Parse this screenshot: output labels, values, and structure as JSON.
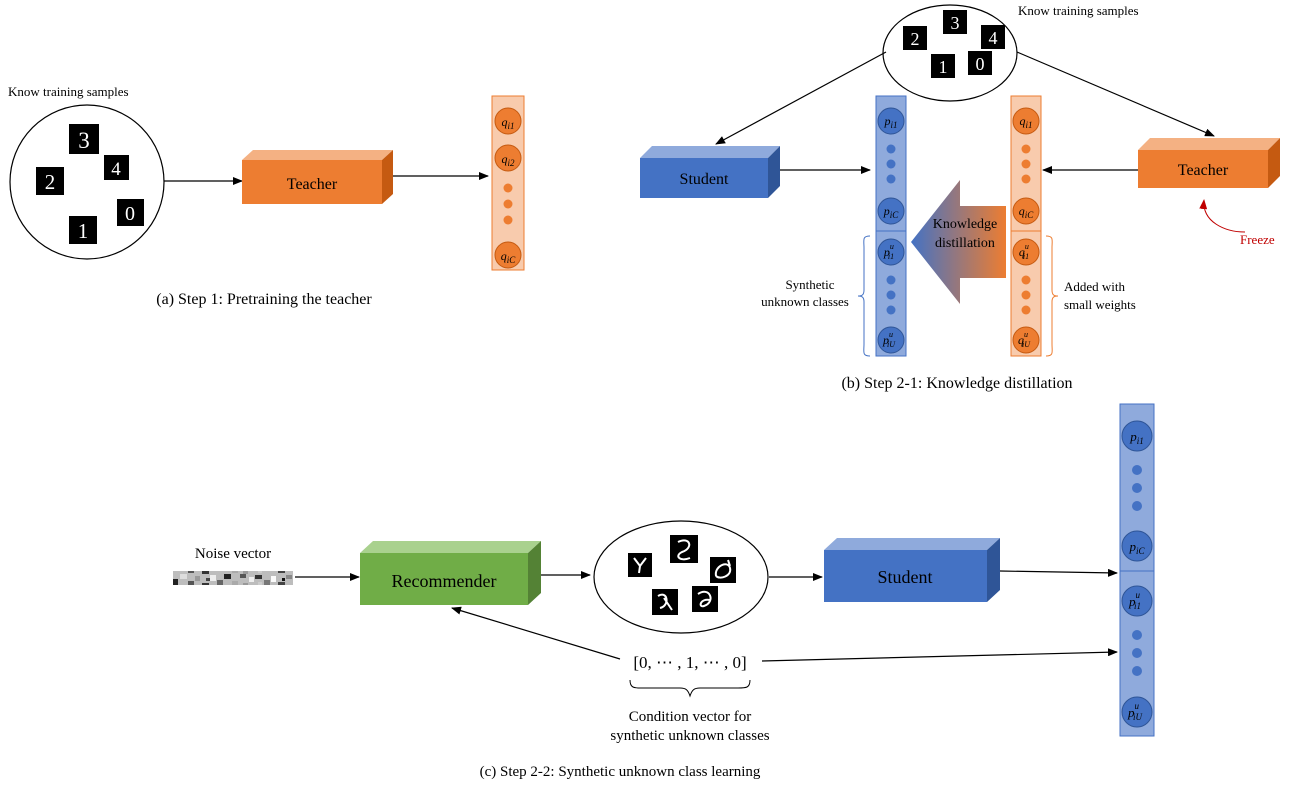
{
  "known_samples_label": "Know training samples",
  "known_samples_label_b": "Know training samples",
  "teacher_label": "Teacher",
  "teacher_label_b": "Teacher",
  "student_label": "Student",
  "student_label_c": "Student",
  "recommender_label": "Recommender",
  "noise_vector_label": "Noise vector",
  "freeze_label": "Freeze",
  "kd_arrow_label_line1": "Knowledge",
  "kd_arrow_label_line2": "distillation",
  "synthetic_unknown_line1": "Synthetic",
  "synthetic_unknown_line2": "unknown classes",
  "added_small_line1": "Added with",
  "added_small_line2": "small weights",
  "condition_vector": "[0, ⋯ , 1, ⋯ , 0]",
  "condition_caption_line1": "Condition vector for",
  "condition_caption_line2": "synthetic unknown classes",
  "caption_a": "(a) Step 1: Pretraining the teacher",
  "caption_b": "(b) Step 2-1: Knowledge distillation",
  "caption_c": "(c) Step 2-2: Synthetic unknown class learning",
  "teacher_outputs_a": [
    "q_i1",
    "q_i2",
    "q_iC"
  ],
  "teacher_outputs_b": [
    "q_i1",
    "q_iC",
    "q^u_i1",
    "q^u_iU"
  ],
  "student_outputs_b": [
    "p_i1",
    "p_iC",
    "p^u_i1",
    "p^u_iU"
  ],
  "student_outputs_c": [
    "p_i1",
    "p_iC",
    "p^u_i1",
    "p^u_iU"
  ],
  "digits_a": [
    "3",
    "4",
    "2",
    "0",
    "1"
  ],
  "digits_b": [
    "2",
    "3",
    "4",
    "1",
    "0"
  ],
  "colors": {
    "teacher": "#ED7D31",
    "student": "#4472C4",
    "recommender": "#70AD47",
    "freeze": "#C00000",
    "orange_column": "#F8CBAD",
    "blue_column": "#8FAADC"
  }
}
